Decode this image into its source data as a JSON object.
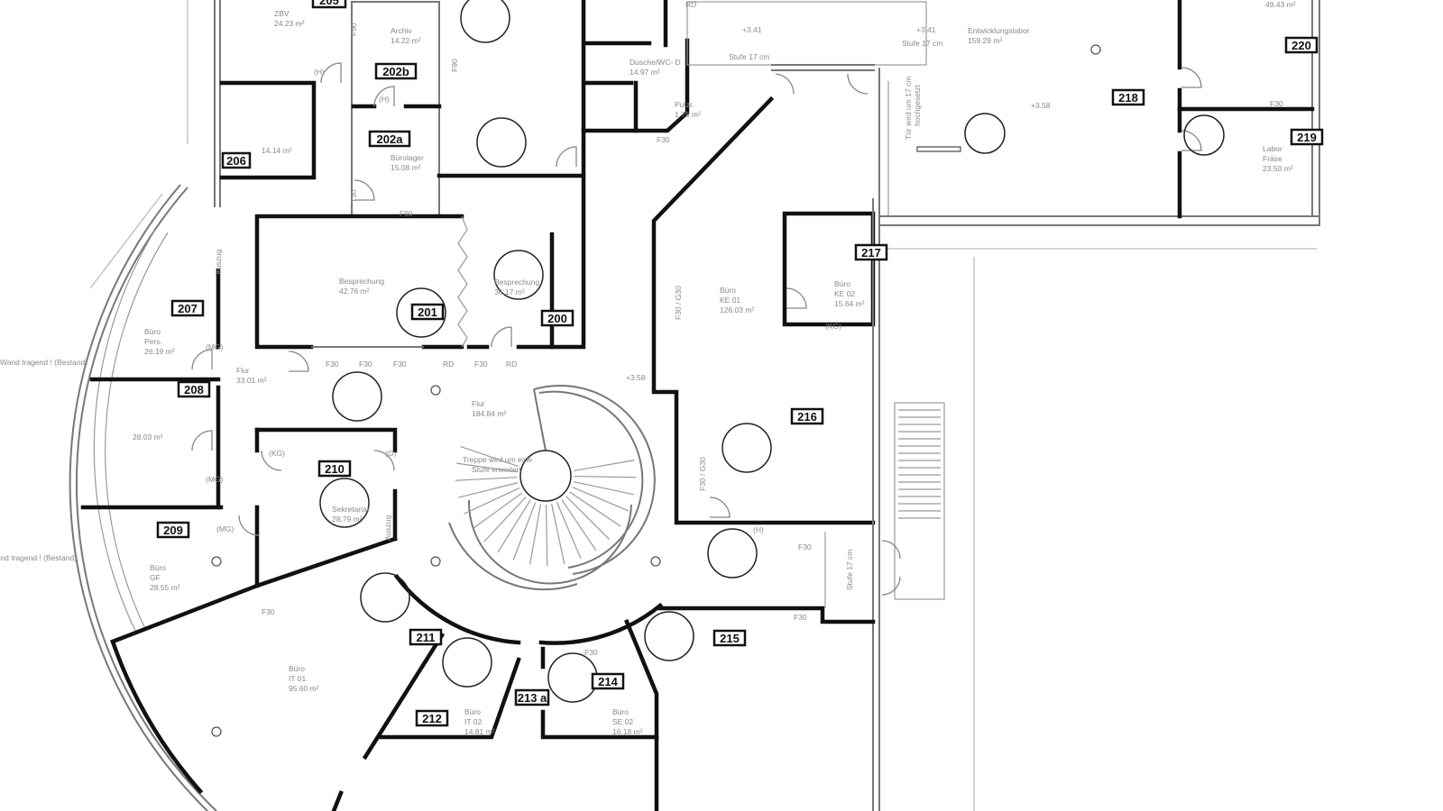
{
  "rooms": [
    {
      "number": "205",
      "name": [
        "ZBV"
      ],
      "area": "24.23 m²"
    },
    {
      "number": "202b",
      "name": [
        "Archiv"
      ],
      "area": "14.22 m²"
    },
    {
      "number": "202a",
      "name": [
        "Bürolager"
      ],
      "area": "15.08 m²"
    },
    {
      "number": "206",
      "name": [],
      "area": "14.14 m²"
    },
    {
      "number": "201",
      "name": [
        "Besprechung"
      ],
      "area": "42.76 m²"
    },
    {
      "number": "200",
      "name": [
        "Besprechung"
      ],
      "area": "36.17 m²"
    },
    {
      "number": "207",
      "name": [
        "Büro",
        "Pers."
      ],
      "area": "26.19 m²"
    },
    {
      "number": "208",
      "name": [],
      "area": "28.03 m²"
    },
    {
      "number": "209",
      "name": [
        "Büro",
        "GF"
      ],
      "area": "28.55 m²"
    },
    {
      "number": "210",
      "name": [
        "Sekretariat"
      ],
      "area": "28.79 m²"
    },
    {
      "number": "211",
      "name": [
        "Büro",
        "IT 01"
      ],
      "area": "95.60 m²"
    },
    {
      "number": "212",
      "name": [
        "Büro",
        "IT 02"
      ],
      "area": "14.81 m²"
    },
    {
      "number": "213 a",
      "name": [],
      "area": ""
    },
    {
      "number": "214",
      "name": [
        "Büro",
        "SE 02"
      ],
      "area": "16.18 m²"
    },
    {
      "number": "215",
      "name": [],
      "area": ""
    },
    {
      "number": "216",
      "name": [
        "Büro",
        "KE 01"
      ],
      "area": "126.03 m²"
    },
    {
      "number": "217",
      "name": [
        "Büro",
        "KE 02"
      ],
      "area": "15.64 m²"
    },
    {
      "number": "218",
      "name": [
        "Entwicklungslabor"
      ],
      "area": "159.29 m²"
    },
    {
      "number": "219",
      "name": [
        "Labor",
        "Fräse"
      ],
      "area": "23.50 m²"
    },
    {
      "number": "220",
      "name": [],
      "area": "49.43 m²"
    }
  ],
  "unnumbered_spaces": [
    {
      "name": "Flur",
      "area": "33.01 m²"
    },
    {
      "name": "Flur",
      "area": "184.84 m²"
    },
    {
      "name": "Dusche/WC- D",
      "area": "14.97 m²"
    },
    {
      "name": "Putzr.",
      "area": "1.75 m²"
    }
  ],
  "annotations": {
    "load_bearing_wall": "Wand tragend ! (Bestand)",
    "stair_note_1": "Treppe wird um eine",
    "stair_note_2": "Stufe erweitert",
    "step": "Stufe 17 cm",
    "door_note_1": "Tür wird um 17 cm",
    "door_note_2": "hochgesetzt",
    "level_341": "+3.41",
    "level_358": "+3.58",
    "pullout": "Auszug",
    "fire_f30": "F30",
    "fire_f90": "F90",
    "fire_t30": "T30",
    "fire_f30g30": "F30 / G30",
    "rd": "RD",
    "h": "(H)",
    "kg": "(KG)",
    "mg": "(MG)",
    "g": "(G)"
  }
}
